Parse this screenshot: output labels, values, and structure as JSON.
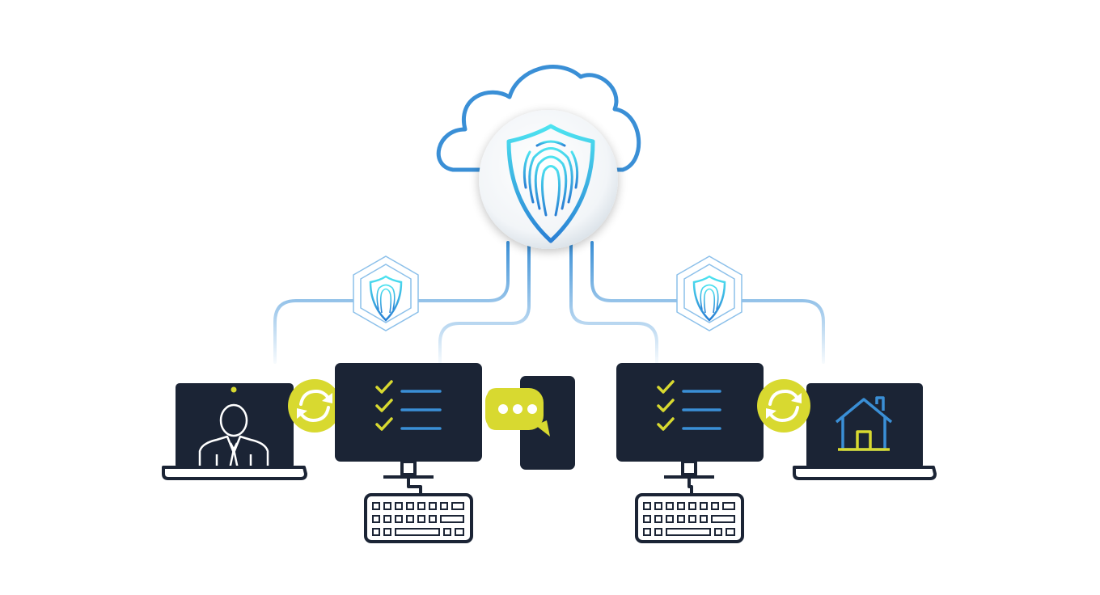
{
  "diagram": {
    "nodes": [
      {
        "id": "cloud",
        "icon": "cloud-icon"
      },
      {
        "id": "central-security",
        "icon": "fingerprint-shield-icon"
      },
      {
        "id": "left-security-badge",
        "icon": "fingerprint-shield-hexagon-icon"
      },
      {
        "id": "right-security-badge",
        "icon": "fingerprint-shield-hexagon-icon"
      },
      {
        "id": "laptop-user",
        "icon": "laptop-person-icon"
      },
      {
        "id": "desktop-left",
        "icon": "desktop-checklist-icon"
      },
      {
        "id": "phone",
        "icon": "smartphone-chat-icon"
      },
      {
        "id": "desktop-right",
        "icon": "desktop-checklist-icon"
      },
      {
        "id": "laptop-home",
        "icon": "laptop-home-icon"
      }
    ],
    "sync_icons": [
      "sync-icon",
      "sync-icon"
    ],
    "chat_icon": "chat-bubble-icon"
  },
  "colors": {
    "dark": "#1b2435",
    "blue": "#3a8fd6",
    "cyan": "#37c6e3",
    "lime": "#d8d930",
    "line_fade": "#c9e3f6"
  }
}
